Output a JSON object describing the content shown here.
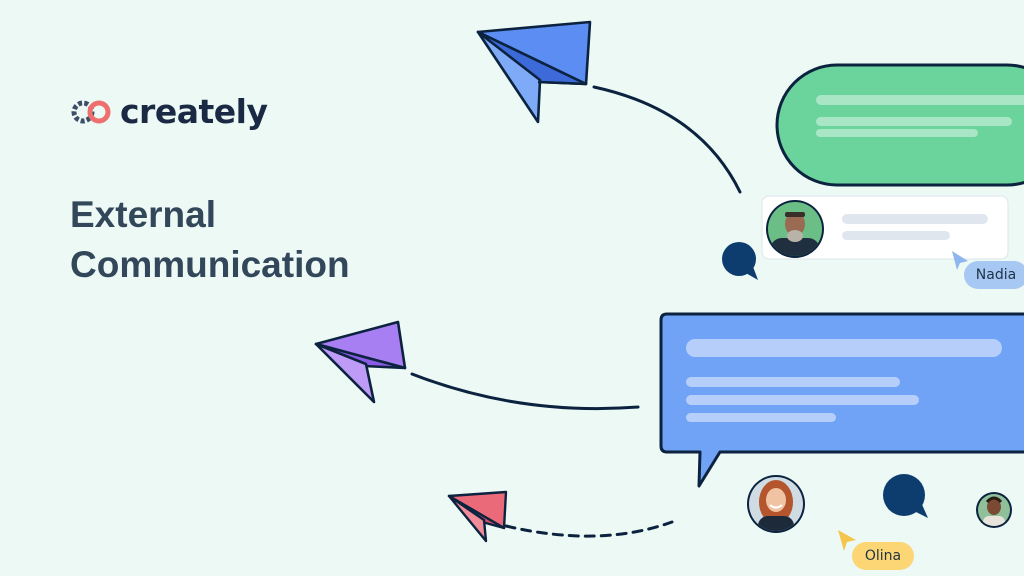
{
  "brand": {
    "name": "creately",
    "mark_icon": "creately-logo-icon"
  },
  "headline": {
    "line1": "External",
    "line2": "Communication"
  },
  "users": {
    "nadia": "Nadia",
    "olina": "Olina"
  },
  "colors": {
    "background": "#edf9f4",
    "navy": "#0c2340",
    "green_bubble": "#6bd39c",
    "blue_bubble": "#70a3f6",
    "blue_plane": "#5b8df2",
    "purple_plane": "#a77ff3",
    "red_plane": "#ea6a7a",
    "nadia_tag": "#a8c8f4",
    "olina_tag": "#fcd675"
  },
  "icons": [
    "paper-plane-icon",
    "speech-bubble-icon",
    "chat-icon",
    "cursor-icon",
    "avatar"
  ]
}
